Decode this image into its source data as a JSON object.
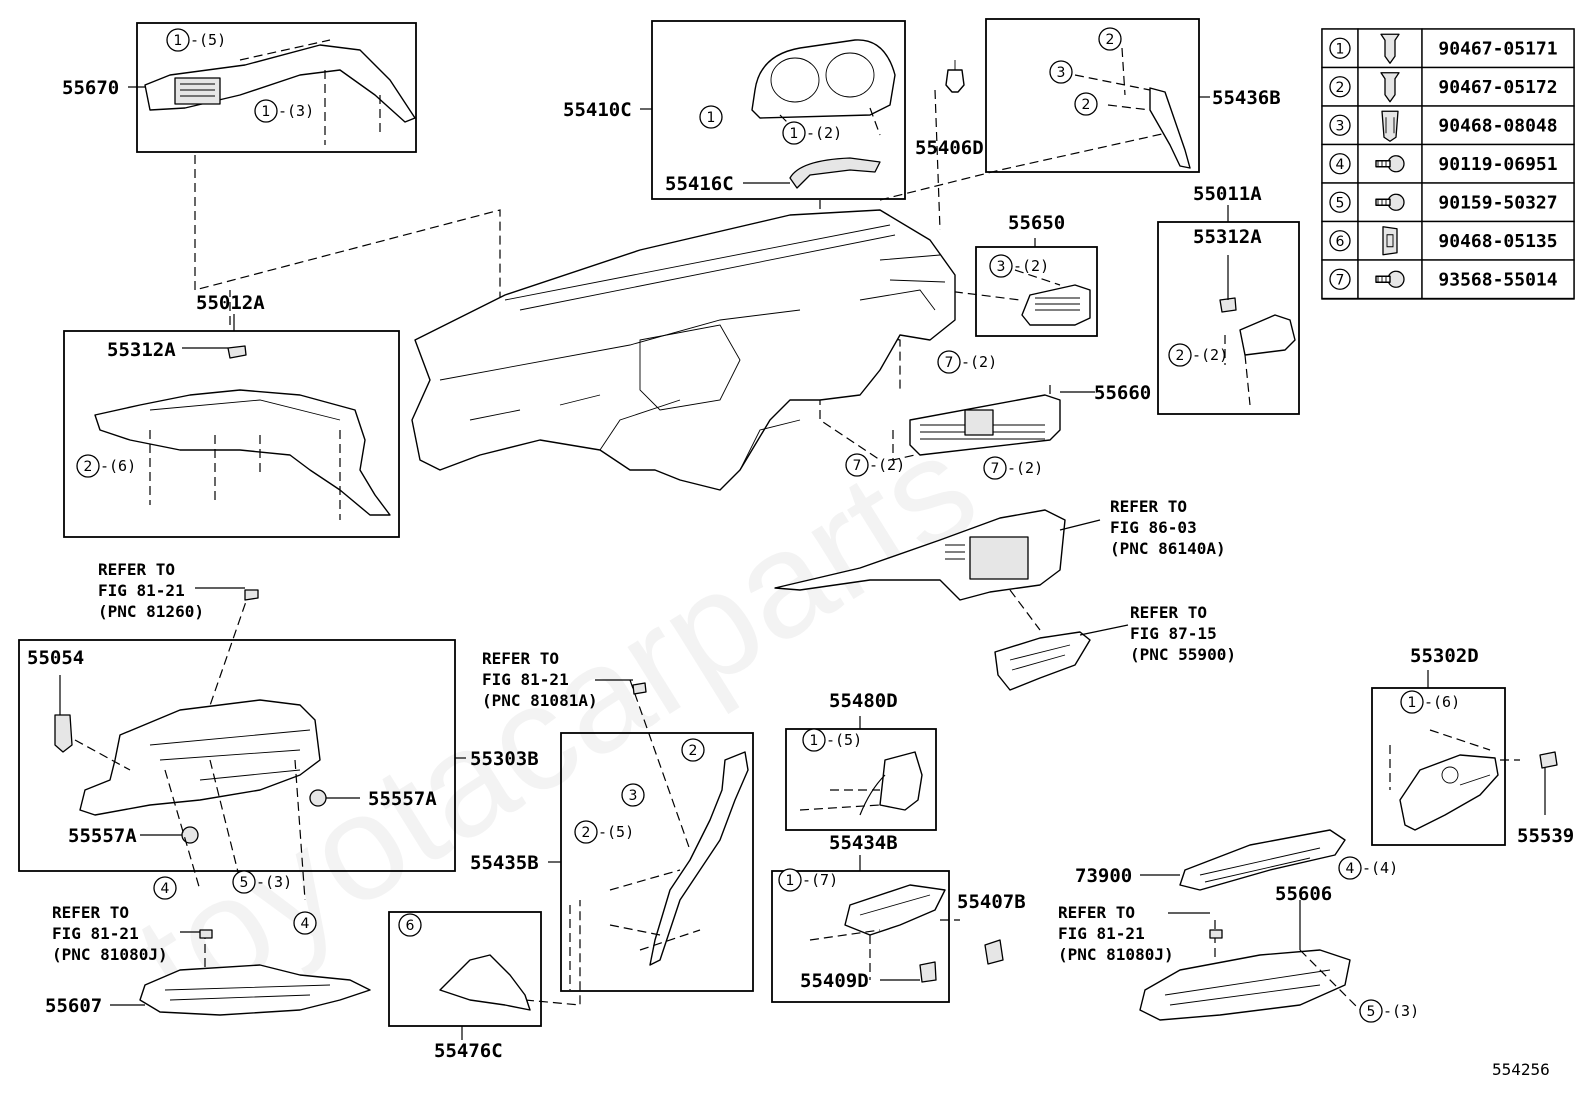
{
  "watermark": "toyotacarparts",
  "figure_code": "554256",
  "fastener_table": [
    {
      "num": "1",
      "part_no": "90467-05171",
      "icon": "push-clip-icon"
    },
    {
      "num": "2",
      "part_no": "90467-05172",
      "icon": "push-clip-icon"
    },
    {
      "num": "3",
      "part_no": "90468-08048",
      "icon": "spring-clip-icon"
    },
    {
      "num": "4",
      "part_no": "90119-06951",
      "icon": "bolt-icon"
    },
    {
      "num": "5",
      "part_no": "90159-50327",
      "icon": "screw-icon"
    },
    {
      "num": "6",
      "part_no": "90468-05135",
      "icon": "clip-icon"
    },
    {
      "num": "7",
      "part_no": "93568-55014",
      "icon": "screw-icon"
    }
  ],
  "parts": {
    "p55670": "55670",
    "p55410C": "55410C",
    "p55416C": "55416C",
    "p55406D": "55406D",
    "p55436B": "55436B",
    "p55011A": "55011A",
    "p55312A_right": "55312A",
    "p55650": "55650",
    "p55660": "55660",
    "p55012A": "55012A",
    "p55312A_left": "55312A",
    "p55054": "55054",
    "p55303B": "55303B",
    "p55557A_right": "55557A",
    "p55557A_left": "55557A",
    "p55607": "55607",
    "p55435B": "55435B",
    "p55476C": "55476C",
    "p55480D": "55480D",
    "p55434B": "55434B",
    "p55407B": "55407B",
    "p55409D": "55409D",
    "p55302D": "55302D",
    "p55539": "55539",
    "p73900": "73900",
    "p55606": "55606"
  },
  "refs": {
    "fig86": [
      "REFER TO",
      "FIG 86-03",
      "(PNC 86140A)"
    ],
    "fig87": [
      "REFER TO",
      "FIG 87-15",
      "(PNC 55900)"
    ],
    "fig81_81260": [
      "REFER TO",
      "FIG 81-21",
      "(PNC 81260)"
    ],
    "fig81_81081A": [
      "REFER TO",
      "FIG 81-21",
      "(PNC 81081A)"
    ],
    "fig81_81080J_left": [
      "REFER TO",
      "FIG 81-21",
      "(PNC 81080J)"
    ],
    "fig81_81080J_right": [
      "REFER TO",
      "FIG 81-21",
      "(PNC 81080J)"
    ]
  },
  "callouts": [
    {
      "id": "c55670a",
      "num": "1",
      "qty": "-(5)"
    },
    {
      "id": "c55670b",
      "num": "1",
      "qty": "-(3)"
    },
    {
      "id": "c55410a",
      "num": "1",
      "qty": ""
    },
    {
      "id": "c55410b",
      "num": "1",
      "qty": "-(2)"
    },
    {
      "id": "c55436a",
      "num": "2",
      "qty": ""
    },
    {
      "id": "c55436b",
      "num": "3",
      "qty": ""
    },
    {
      "id": "c55436c",
      "num": "2",
      "qty": ""
    },
    {
      "id": "c55650",
      "num": "3",
      "qty": "-(2)"
    },
    {
      "id": "c55660a",
      "num": "7",
      "qty": "-(2)"
    },
    {
      "id": "c55660b",
      "num": "7",
      "qty": "-(2)"
    },
    {
      "id": "c55660c",
      "num": "7",
      "qty": "-(2)"
    },
    {
      "id": "c55011",
      "num": "2",
      "qty": "-(2)"
    },
    {
      "id": "c55012",
      "num": "2",
      "qty": "-(6)"
    },
    {
      "id": "c55303a",
      "num": "4",
      "qty": ""
    },
    {
      "id": "c55303b",
      "num": "5",
      "qty": "-(3)"
    },
    {
      "id": "c55303c",
      "num": "4",
      "qty": ""
    },
    {
      "id": "c55435a",
      "num": "2",
      "qty": ""
    },
    {
      "id": "c55435b",
      "num": "3",
      "qty": ""
    },
    {
      "id": "c55435c",
      "num": "2",
      "qty": "-(5)"
    },
    {
      "id": "c55476",
      "num": "6",
      "qty": ""
    },
    {
      "id": "c55480",
      "num": "1",
      "qty": "-(5)"
    },
    {
      "id": "c55434",
      "num": "1",
      "qty": "-(7)"
    },
    {
      "id": "c55302",
      "num": "1",
      "qty": "-(6)"
    },
    {
      "id": "c73900",
      "num": "4",
      "qty": "-(4)"
    },
    {
      "id": "c55606",
      "num": "5",
      "qty": "-(3)"
    }
  ]
}
